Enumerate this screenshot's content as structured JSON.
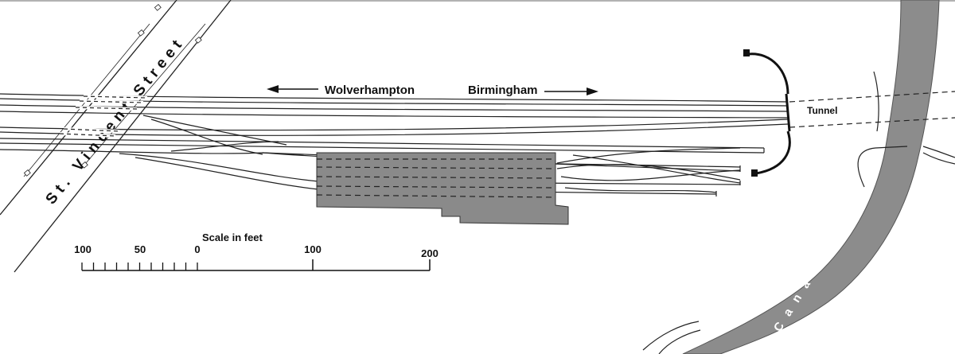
{
  "labels": {
    "street": "St. Vincent Street",
    "direction_left": "Wolverhampton",
    "direction_right": "Birmingham",
    "tunnel": "Tunnel",
    "canal": "Canal",
    "scale_title": "Scale in feet"
  },
  "scale": {
    "ticks": [
      "100",
      "50",
      "0",
      "100",
      "200"
    ]
  },
  "colors": {
    "line": "#222222",
    "platform": "#8a8a8a",
    "canal": "#8c8c8c",
    "background": "#ffffff"
  }
}
